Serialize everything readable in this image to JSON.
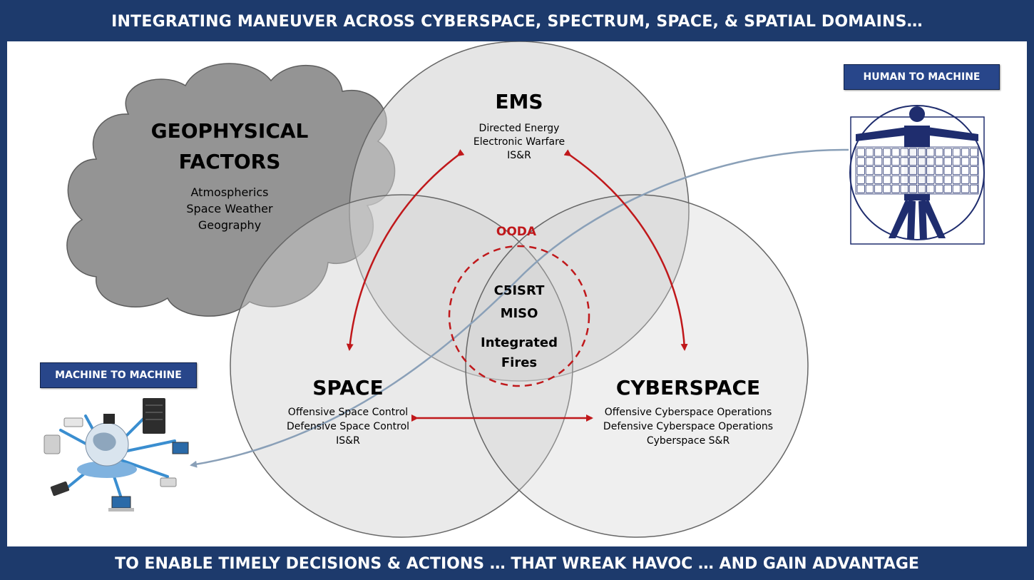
{
  "header": {
    "title": "INTEGRATING MANEUVER ACROSS CYBERSPACE, SPECTRUM, SPACE, & SPATIAL DOMAINS…"
  },
  "footer": {
    "text": "TO ENABLE TIMELY DECISIONS & ACTIONS … THAT WREAK HAVOC … AND GAIN ADVANTAGE"
  },
  "geophysical": {
    "title_line1": "GEOPHYSICAL",
    "title_line2": "FACTORS",
    "items": [
      "Atmospherics",
      "Space Weather",
      "Geography"
    ]
  },
  "ems": {
    "title": "EMS",
    "items": [
      "Directed Energy",
      "Electronic Warfare",
      "IS&R"
    ]
  },
  "space": {
    "title": "SPACE",
    "items": [
      "Offensive Space Control",
      "Defensive Space Control",
      "IS&R"
    ]
  },
  "cyberspace": {
    "title": "CYBERSPACE",
    "items": [
      "Offensive Cyberspace Operations",
      "Defensive Cyberspace Operations",
      "Cyberspace S&R"
    ]
  },
  "center": {
    "ooda": "OODA",
    "items": [
      "C5ISRT",
      "MISO",
      "Integrated",
      "Fires"
    ]
  },
  "tags": {
    "human_to_machine": "HUMAN TO MACHINE",
    "machine_to_machine": "MACHINE TO MACHINE"
  },
  "colors": {
    "frame": "#1d3a6c",
    "tag": "#28468a",
    "arrow": "#c0181b",
    "circle_fill": "#d6d6d6",
    "cloud": "#8f8f8f",
    "connector": "#8aa0b8"
  }
}
